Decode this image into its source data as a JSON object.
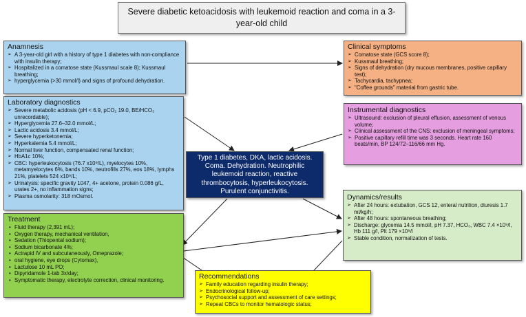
{
  "title": "Severe diabetic ketoacidosis with leukemoid reaction and coma in a 3-year-old child",
  "colors": {
    "anamnesis": "#a9d3ef",
    "clinical": "#f5b183",
    "laboratory": "#a9d3ef",
    "instrumental": "#e59fe0",
    "diagnosis": "#0d2a6b",
    "treatment": "#92d050",
    "dynamics": "#d6ecc8",
    "recommendations": "#ffff00"
  },
  "anamnesis": {
    "heading": "Anamnesis",
    "items": [
      "A 3-year-old girl with a history of type 1 diabetes with non-compliance with insulin therapy;",
      "Hospitalized in a comatose state (Kussmaul scale 8); Kussmaul breathing;",
      "hyperglycemia (>30 mmol/l) and signs of profound dehydration."
    ]
  },
  "clinical": {
    "heading": "Clinical symptoms",
    "items": [
      "Comatose state (GCS score 8);",
      "Kussmaul breathing;",
      "Signs of dehydration (dry mucous membranes, positive capillary test);",
      "Tachycardia, tachypnea;",
      "\"Coffee grounds\" material from gastric tube."
    ]
  },
  "laboratory": {
    "heading": "Laboratory diagnostics",
    "items": [
      "Severe metabolic acidosis (pH < 6.9, pCO₂ 19.0, BE/HCO₃ unrecordable);",
      "Hyperglycemia 27.6–32.0 mmol/L;",
      "Lactic acidosis 3.4 mmol/L;",
      "Severe hyperketonemia;",
      "Hyperkalemia 5.4 mmol/L;",
      "Normal liver function, compensated renal function;",
      "HbA1c 10%;",
      "CBC: hyperleukocytosis (76.7 x10⁹/L), myelocytes 10%, metamyelocytes 6%, bands 10%, neutrofills 27%, eos 18%, lymphs 21%, platelets 524 x10⁹/L;",
      "Urinalysis: specific gravity 1047, 4+ acetone, protein 0.086 g/L, urates 2+, no inflammation signs;",
      "Plasma osmolarity: 318 mOsmol."
    ]
  },
  "instrumental": {
    "heading": "Instrumental diagnostics",
    "items": [
      "Ultrasound: exclusion of pleural effusion, assessment of venous volume;",
      "Clinical assessment of the CNS: exclusion of meningeal symptoms;",
      "Positive capillary refill time was 3 seconds. Heart rate 160 beats/min, BP 124/72–116/66 mm Hg."
    ]
  },
  "diagnosis": {
    "text": "Type 1 diabetes, DKA, lactic acidosis. Coma. Dehydration. Neutrophilic leukemoid reaction, reactive thrombocytosis, hyperleukocytosis. Purulent conjunctivitis."
  },
  "treatment": {
    "heading": "Treatment",
    "items": [
      "Fluid therapy (2,391 mL);",
      "Oxygen therapy, mechanical ventilation,",
      "Sedation (Thiopental sodium);",
      "Sodium bicarbonate 4%;",
      "Actrapid IV and subcutaneously, Omeprazole;",
      "oral hygiene, eye drops (Cytomax),",
      "Lactulose 10 mL PO;",
      "Dipyridamole 1-tab 3x/day;",
      "Symptomatic therapy, electrolyte correction, clinical monitoring."
    ]
  },
  "dynamics": {
    "heading": "Dynamics/results",
    "items": [
      "After 24 hours: extubation, GCS 12, enteral nutrition, diuresis 1.7 ml/kg/h;",
      "After 48 hours: spontaneous breathing;",
      "Discharge: glycemia 14.5 mmol/l, pH 7.37, HCO₃, WBC 7.4 ×10⁹/l, Hb 111 g/l, Plt 179 ×10⁹/l",
      "Stable condition, normalization of tests."
    ]
  },
  "recommendations": {
    "heading": "Recommendations",
    "items": [
      "Family education regarding insulin therapy;",
      "Endocrinological follow-up;",
      "Psychosocial support and assessment of care settings;",
      "Repeat CBCs to monitor hematologic status;"
    ]
  }
}
